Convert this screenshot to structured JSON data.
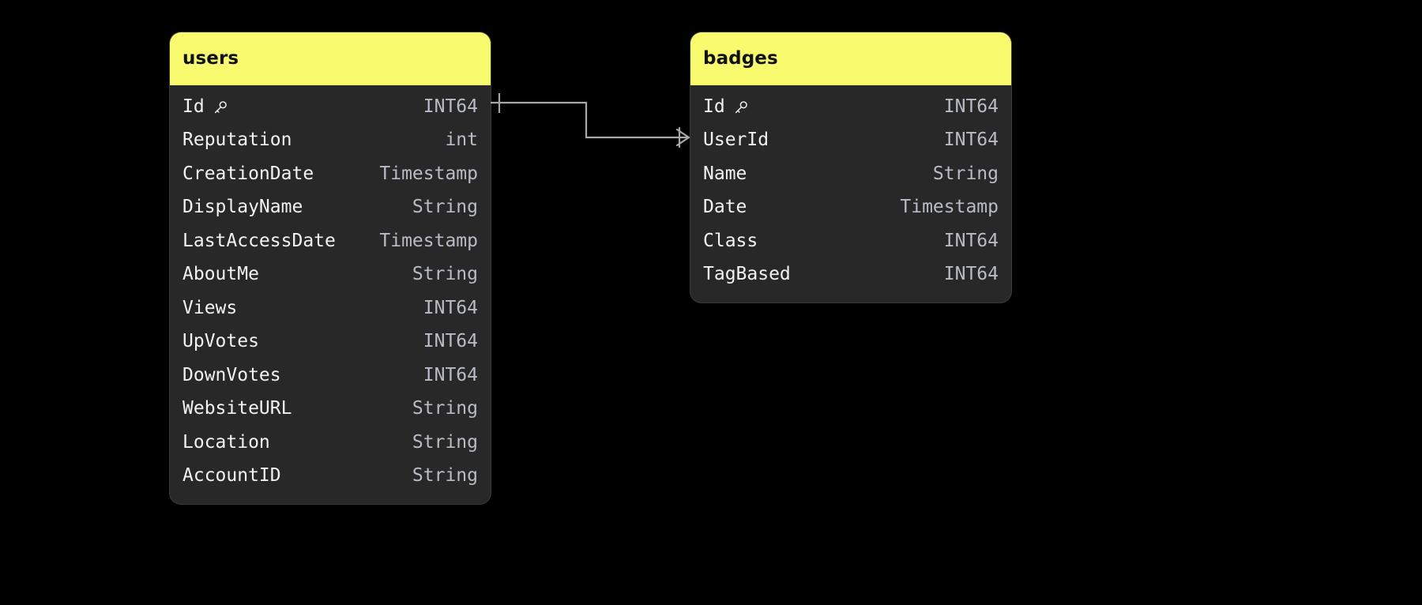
{
  "diagram": {
    "background_color": "#000000",
    "header_color": "#F9FB6E",
    "body_color": "#282828",
    "name_color": "#F2F2F2",
    "type_color": "#B9BCC4",
    "line_color": "#A8A8A8"
  },
  "entities": [
    {
      "name": "users",
      "key_icon": "key-icon",
      "fields": [
        {
          "name": "Id",
          "type": "INT64",
          "is_key": true
        },
        {
          "name": "Reputation",
          "type": "int",
          "is_key": false
        },
        {
          "name": "CreationDate",
          "type": "Timestamp",
          "is_key": false
        },
        {
          "name": "DisplayName",
          "type": "String",
          "is_key": false
        },
        {
          "name": "LastAccessDate",
          "type": "Timestamp",
          "is_key": false
        },
        {
          "name": "AboutMe",
          "type": "String",
          "is_key": false
        },
        {
          "name": "Views",
          "type": "INT64",
          "is_key": false
        },
        {
          "name": "UpVotes",
          "type": "INT64",
          "is_key": false
        },
        {
          "name": "DownVotes",
          "type": "INT64",
          "is_key": false
        },
        {
          "name": "WebsiteURL",
          "type": "String",
          "is_key": false
        },
        {
          "name": "Location",
          "type": "String",
          "is_key": false
        },
        {
          "name": "AccountID",
          "type": "String",
          "is_key": false
        }
      ]
    },
    {
      "name": "badges",
      "key_icon": "key-icon",
      "fields": [
        {
          "name": "Id",
          "type": "INT64",
          "is_key": true
        },
        {
          "name": "UserId",
          "type": "INT64",
          "is_key": false
        },
        {
          "name": "Name",
          "type": "String",
          "is_key": false
        },
        {
          "name": "Date",
          "type": "Timestamp",
          "is_key": false
        },
        {
          "name": "Class",
          "type": "INT64",
          "is_key": false
        },
        {
          "name": "TagBased",
          "type": "INT64",
          "is_key": false
        }
      ]
    }
  ],
  "relationships": [
    {
      "from_entity": "users",
      "from_field": "Id",
      "to_entity": "badges",
      "to_field": "UserId",
      "from_cardinality": "one",
      "to_cardinality": "many"
    }
  ]
}
